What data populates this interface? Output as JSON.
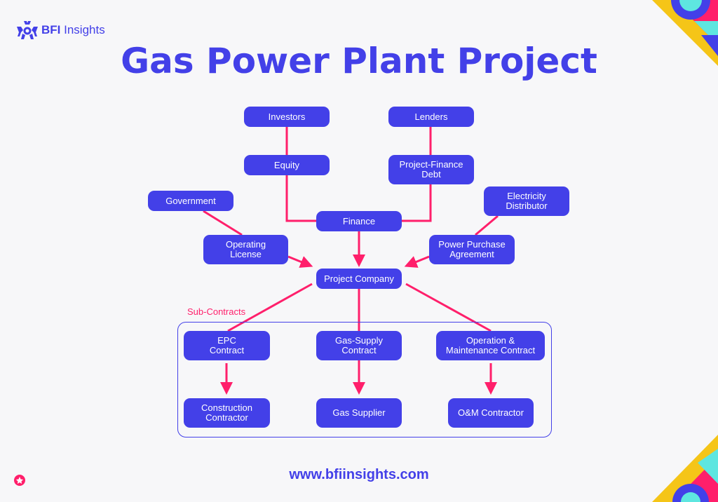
{
  "brand": {
    "name_bold": "BFI",
    "name_rest": "Insights"
  },
  "title": "Gas Power Plant Project",
  "nodes": {
    "investors": "Investors",
    "lenders": "Lenders",
    "equity": "Equity",
    "debt": "Project-Finance\nDebt",
    "government": "Government",
    "distributor": "Electricity\nDistributor",
    "finance": "Finance",
    "license": "Operating\nLicense",
    "ppa": "Power Purchase\nAgreement",
    "company": "Project Company",
    "epc": "EPC\nContract",
    "gas_contract": "Gas-Supply\nContract",
    "om_contract": "Operation &\nMaintenance Contract",
    "construction": "Construction\nContractor",
    "gas_supplier": "Gas Supplier",
    "om_contractor": "O&M Contractor"
  },
  "group_label": "Sub-Contracts",
  "footer_url": "www.bfiinsights.com",
  "colors": {
    "primary": "#4340e8",
    "accent": "#ff1f6b",
    "background": "#f7f7f9"
  }
}
